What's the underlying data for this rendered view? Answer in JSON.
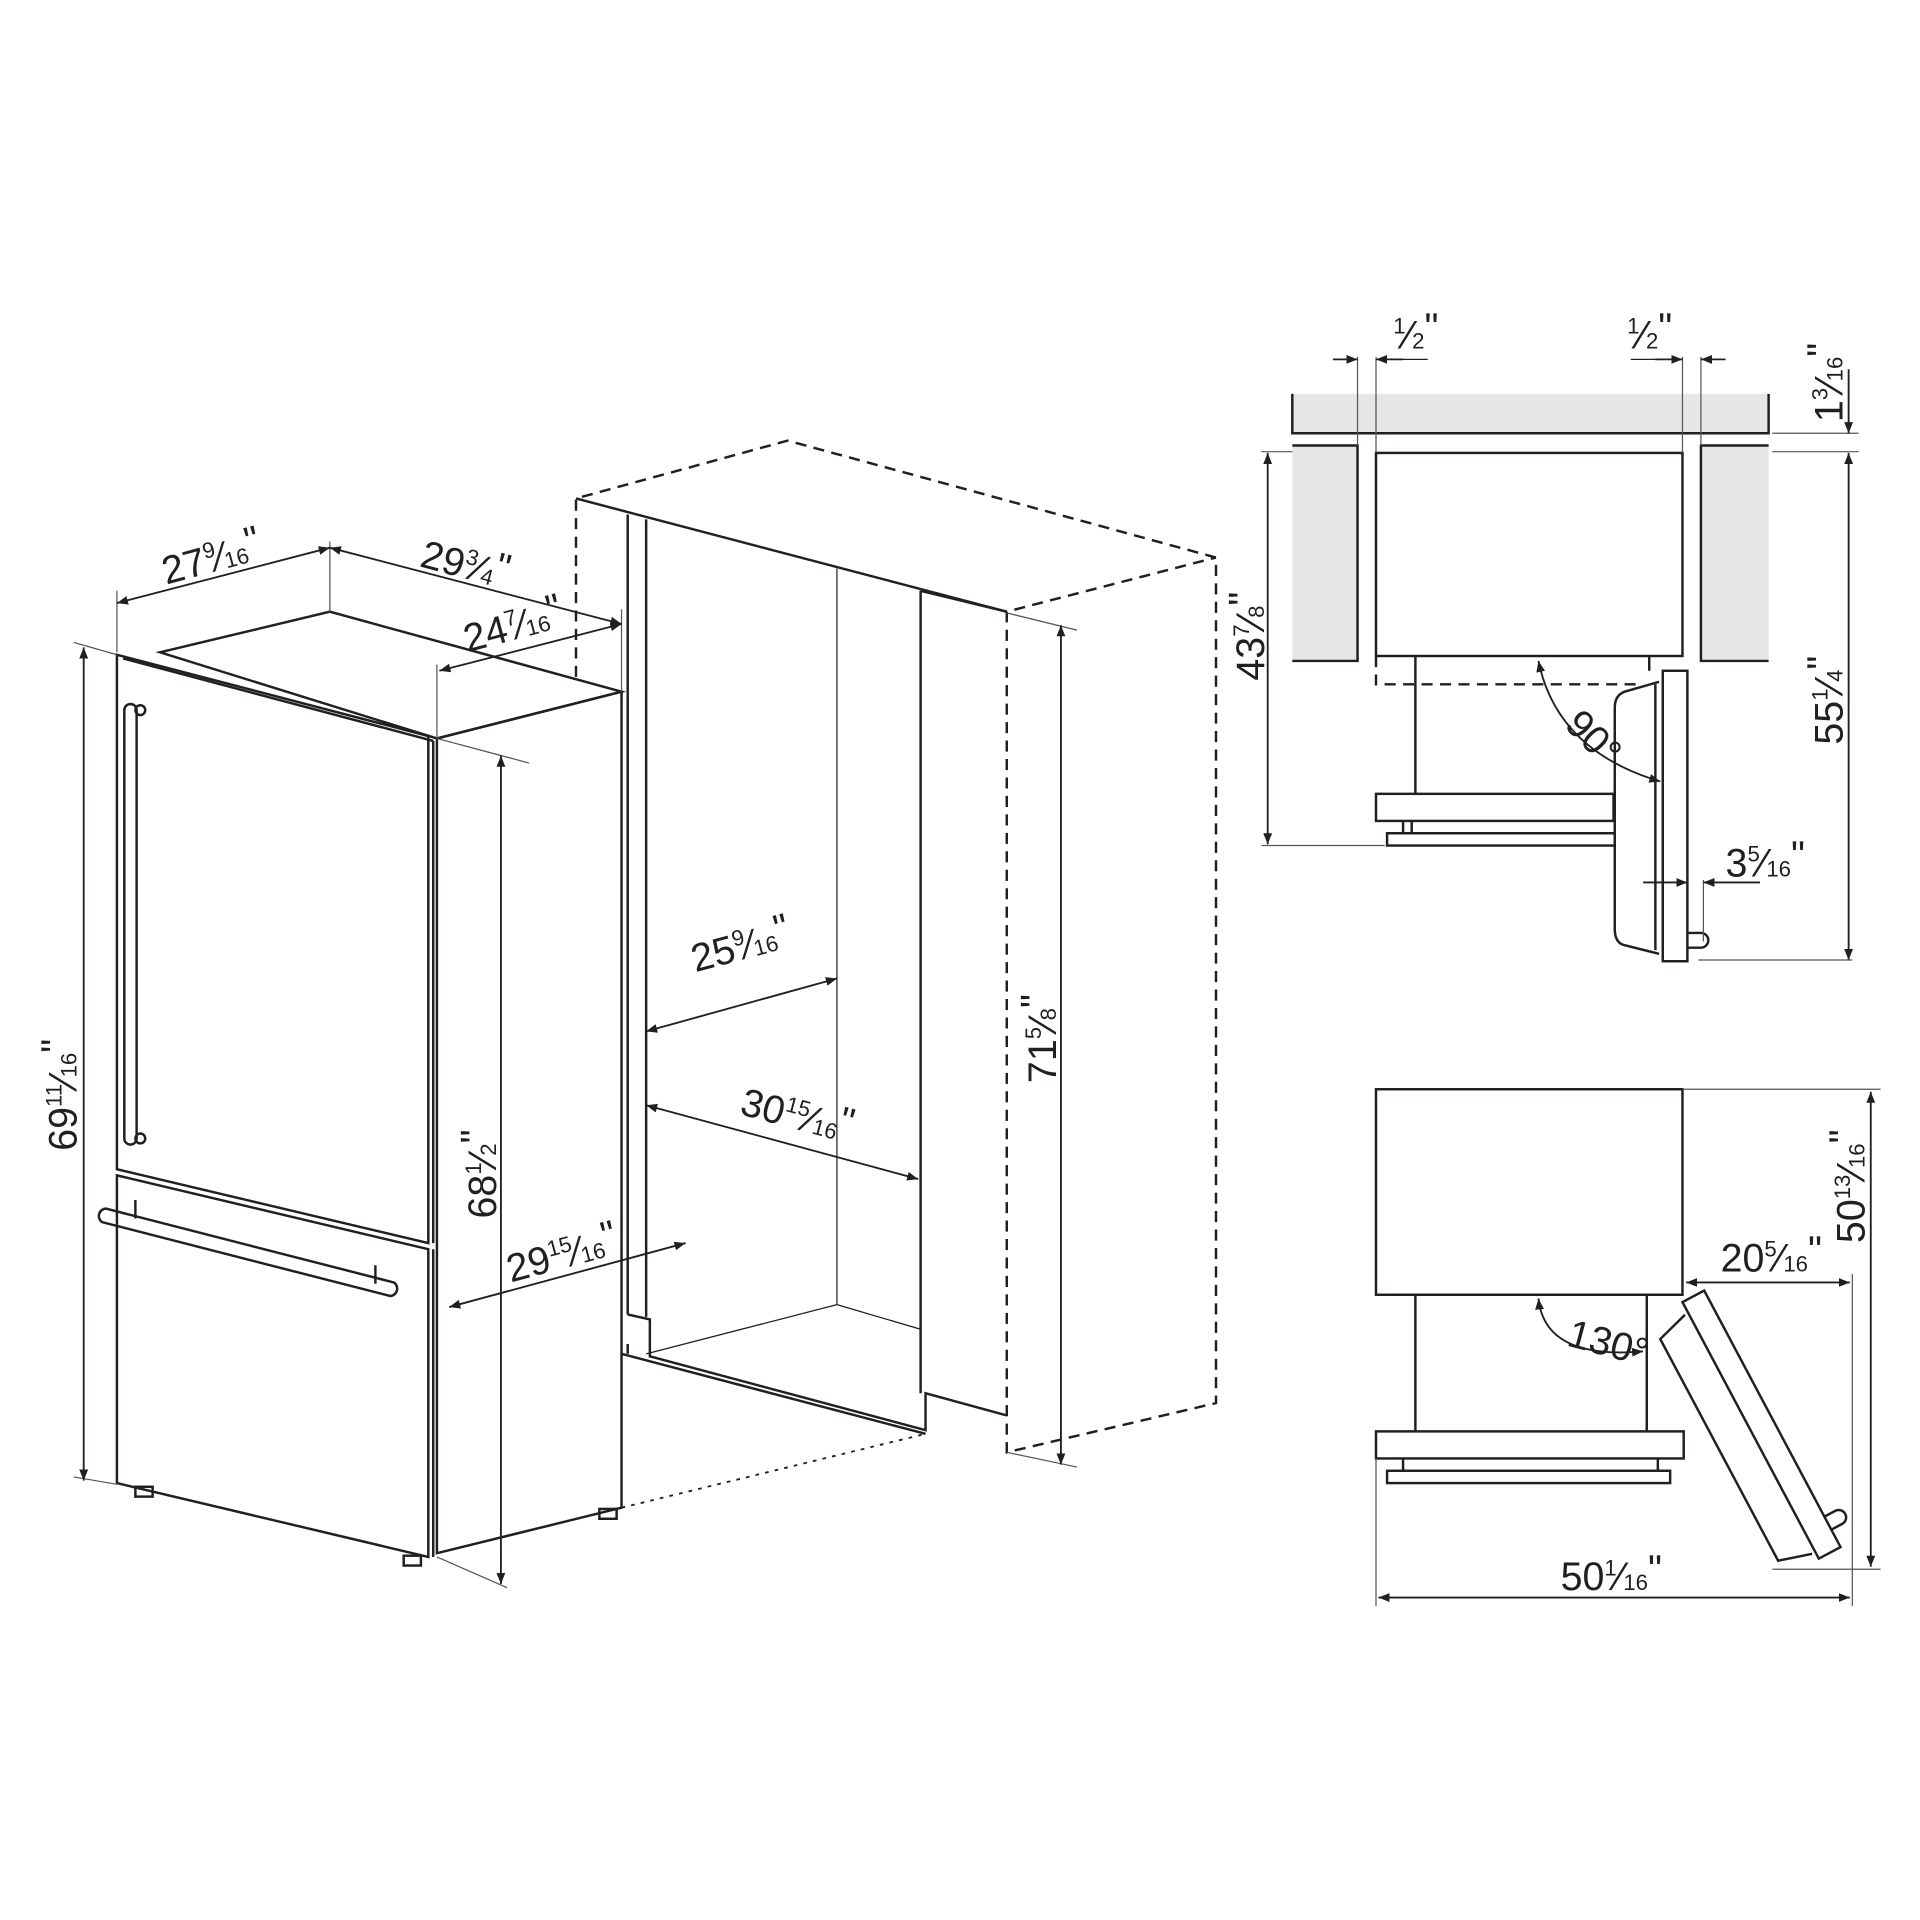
{
  "title": "Built-in refrigerator installation dimensions",
  "colors": {
    "line": "#231f20",
    "wall": "#e6e6e7",
    "background": "#ffffff"
  },
  "dimensions": {
    "appliance_width": {
      "whole": "27",
      "num": "9",
      "den": "16",
      "unit": "\""
    },
    "appliance_depth_overall": {
      "whole": "29",
      "num": "3",
      "den": "4",
      "unit": "\""
    },
    "appliance_depth_body": {
      "whole": "24",
      "num": "7",
      "den": "16",
      "unit": "\""
    },
    "appliance_height_overall": {
      "whole": "69",
      "num": "11",
      "den": "16",
      "unit": "\""
    },
    "appliance_height_body": {
      "whole": "68",
      "num": "1",
      "den": "2",
      "unit": "\""
    },
    "appliance_depth_door": {
      "whole": "29",
      "num": "15",
      "den": "16",
      "unit": "\""
    },
    "cutout_depth": {
      "whole": "25",
      "num": "9",
      "den": "16",
      "unit": "\""
    },
    "cutout_width": {
      "whole": "30",
      "num": "15",
      "den": "16",
      "unit": "\""
    },
    "cutout_height": {
      "whole": "71",
      "num": "5",
      "den": "8",
      "unit": "\""
    },
    "gap_left": {
      "whole": "",
      "num": "1",
      "den": "2",
      "unit": "\""
    },
    "gap_right": {
      "whole": "",
      "num": "1",
      "den": "2",
      "unit": "\""
    },
    "top_clearance": {
      "whole": "1",
      "num": "3",
      "den": "16",
      "unit": "\""
    },
    "depth_with_drawer": {
      "whole": "43",
      "num": "7",
      "den": "8",
      "unit": "\""
    },
    "depth_door_open_90": {
      "whole": "55",
      "num": "1",
      "den": "4",
      "unit": "\""
    },
    "handle_projection": {
      "whole": "3",
      "num": "5",
      "den": "16",
      "unit": "\""
    },
    "depth_door_open_130": {
      "whole": "50",
      "num": "13",
      "den": "16",
      "unit": "\""
    },
    "door_swing_side": {
      "whole": "20",
      "num": "5",
      "den": "16",
      "unit": "\""
    },
    "width_door_open_130": {
      "whole": "50",
      "num": "1",
      "den": "16",
      "unit": "\""
    }
  },
  "angles": {
    "open_90": {
      "value": "90",
      "unit": "°"
    },
    "open_130": {
      "value": "130",
      "unit": "°"
    }
  }
}
